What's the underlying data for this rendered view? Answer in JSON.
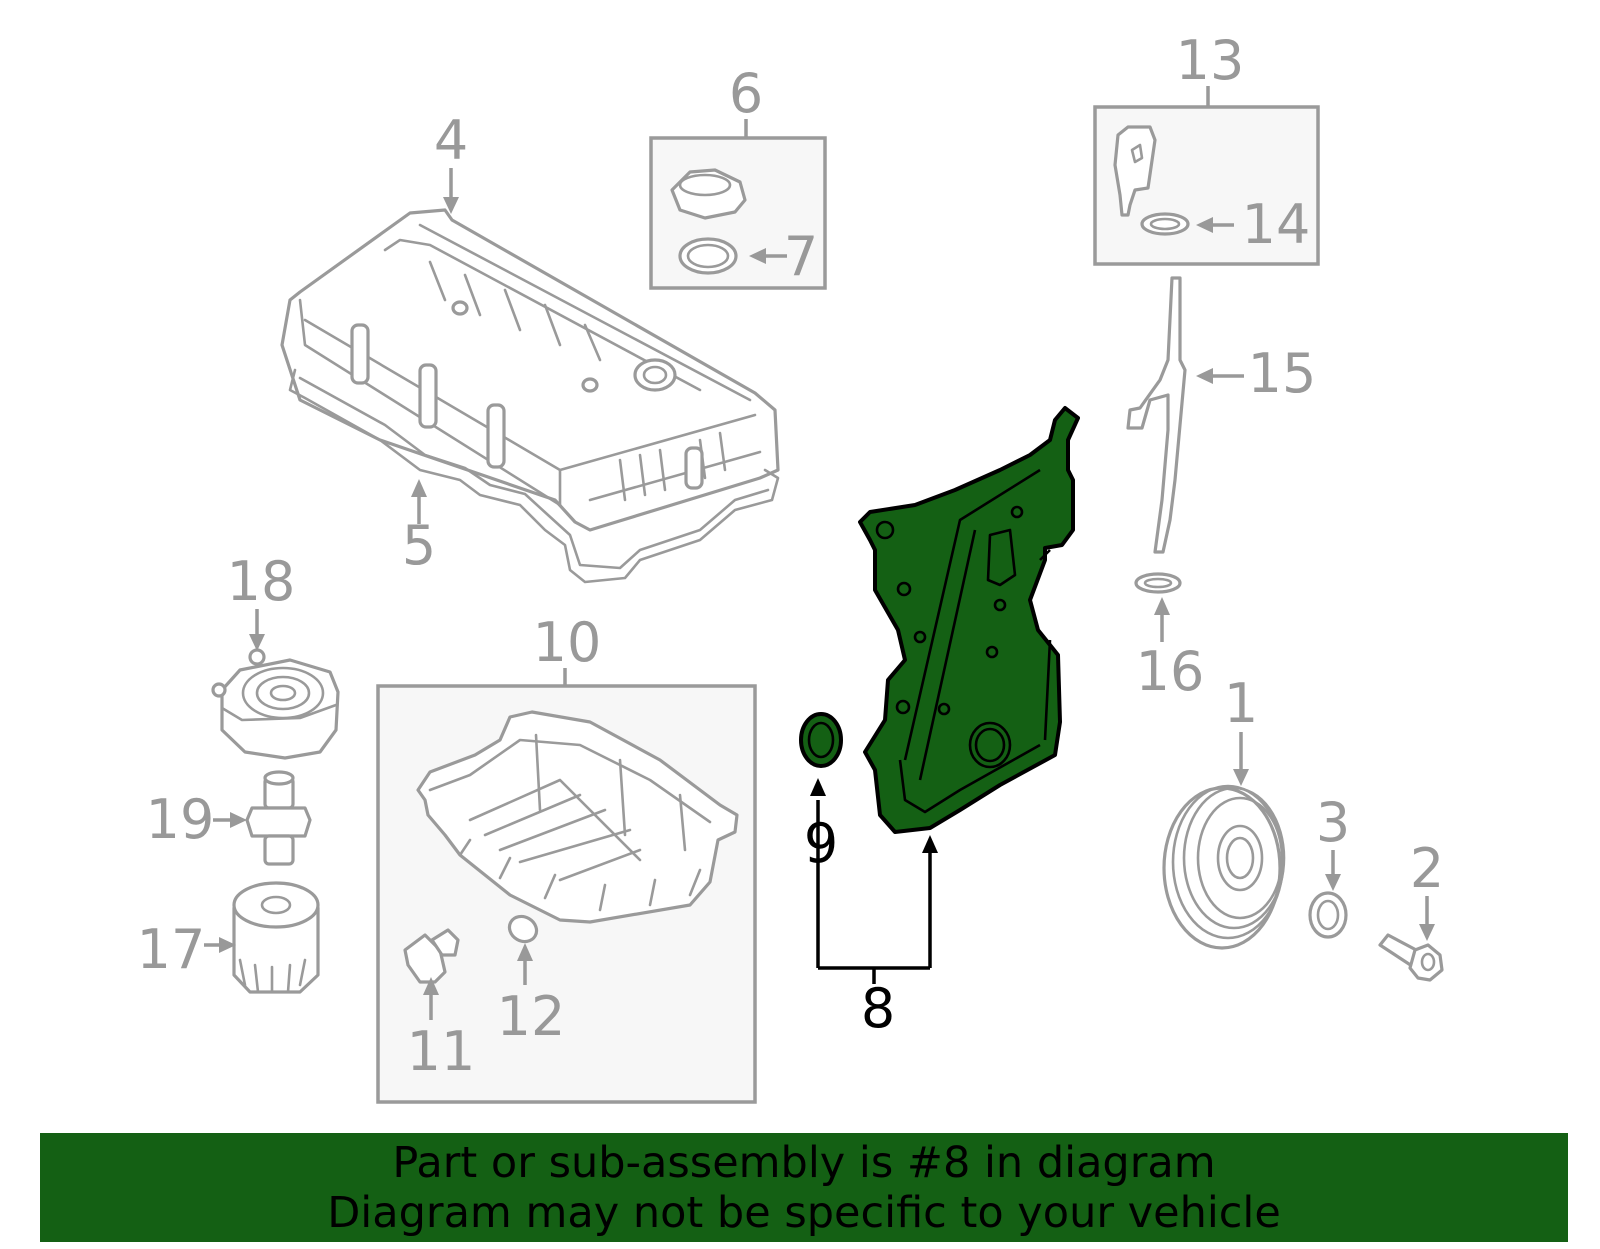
{
  "callouts": {
    "c1": "1",
    "c2": "2",
    "c3": "3",
    "c4": "4",
    "c5": "5",
    "c6": "6",
    "c7": "7",
    "c8": "8",
    "c9": "9",
    "c10": "10",
    "c11": "11",
    "c12": "12",
    "c13": "13",
    "c14": "14",
    "c15": "15",
    "c16": "16",
    "c17": "17",
    "c18": "18",
    "c19": "19"
  },
  "highlight": {
    "part_number": "8",
    "fill_color": "#146014"
  },
  "banner": {
    "line1": "Part or sub-assembly is #8 in diagram",
    "line2": "Diagram may not be specific to your vehicle",
    "color": "#146014"
  },
  "icons": {
    "valve-cover": "valve-cover-icon",
    "oil-pan": "oil-pan-icon",
    "timing-cover": "timing-cover-icon",
    "pulley": "crankshaft-pulley-icon",
    "oil-filter": "oil-filter-icon"
  }
}
